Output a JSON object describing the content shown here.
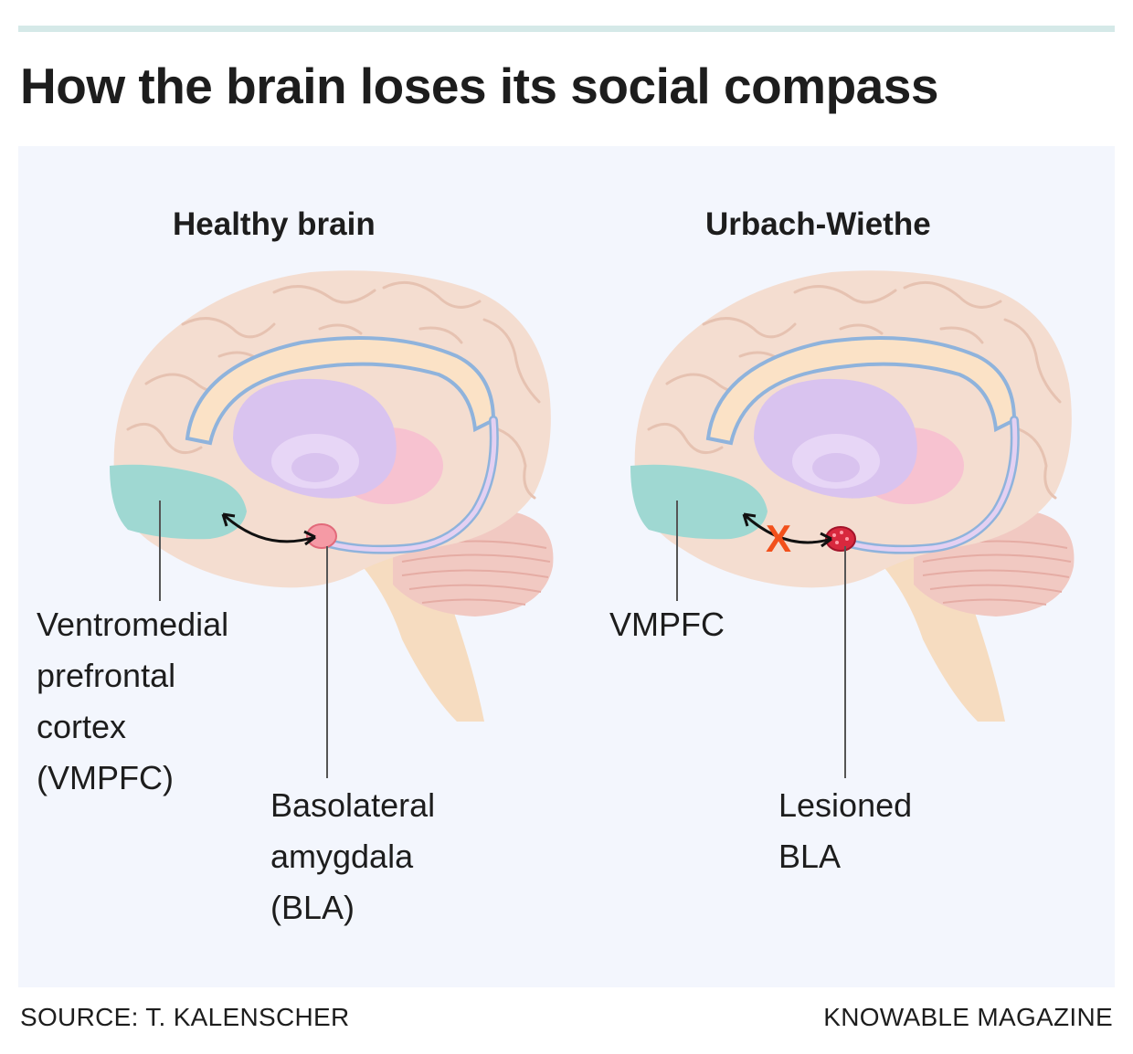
{
  "title": "How the brain loses its social compass",
  "panels": [
    {
      "title": "Healthy brain",
      "labels": {
        "vmpfc": [
          "Ventromedial",
          "prefrontal",
          "cortex",
          "(VMPFC)"
        ],
        "bla": [
          "Basolateral",
          "amygdala",
          "(BLA)"
        ]
      }
    },
    {
      "title": "Urbach-Wiethe",
      "labels": {
        "vmpfc": [
          "VMPFC"
        ],
        "bla": [
          "Lesioned",
          "BLA"
        ]
      },
      "marker": "X"
    }
  ],
  "footer": {
    "source": "SOURCE: T. KALENSCHER",
    "credit": "KNOWABLE MAGAZINE"
  },
  "colors": {
    "cortex": "#f4ddd0",
    "vmpfc": "#9fd8d2",
    "corpus_callosum": "#fbe2c6",
    "ventricle_outline": "#8fb3dc",
    "limbic": "#d9c3ef",
    "thalamus": "#f7c2d0",
    "cerebellum": "#f0c3bd",
    "amygdala_healthy": "#f59aa5",
    "amygdala_lesioned": "#d8283e",
    "x_marker": "#f2501b"
  }
}
